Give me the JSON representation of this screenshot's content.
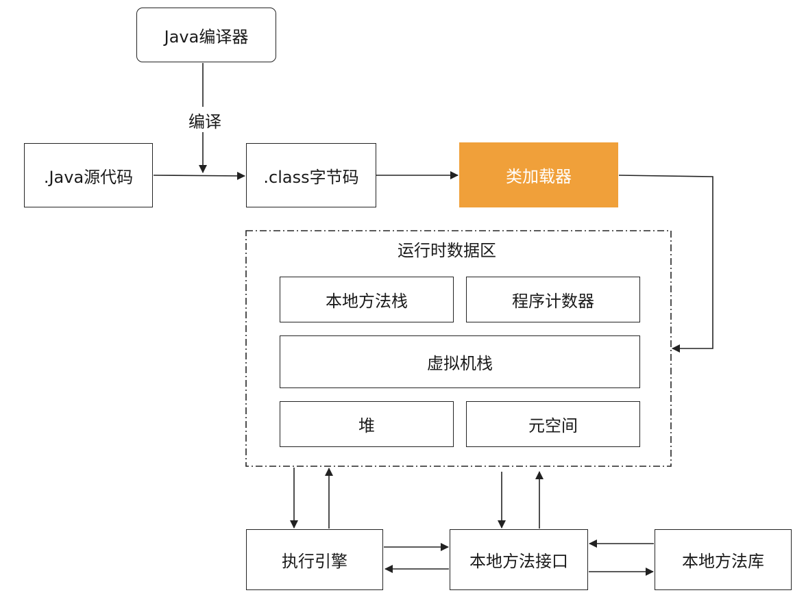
{
  "diagram": {
    "nodes": {
      "java_compiler": "Java编译器",
      "java_source": ".Java源代码",
      "class_bytecode": ".class字节码",
      "class_loader": "类加载器",
      "native_method_stack": "本地方法栈",
      "program_counter": "程序计数器",
      "vm_stack": "虚拟机栈",
      "heap": "堆",
      "metaspace": "元空间",
      "execution_engine": "执行引擎",
      "native_interface": "本地方法接口",
      "native_library": "本地方法库"
    },
    "groups": {
      "runtime_data_area": "运行时数据区"
    },
    "edge_labels": {
      "compile": "编译"
    },
    "colors": {
      "loader_fill": "#f0a03a",
      "stroke": "#222222"
    }
  }
}
